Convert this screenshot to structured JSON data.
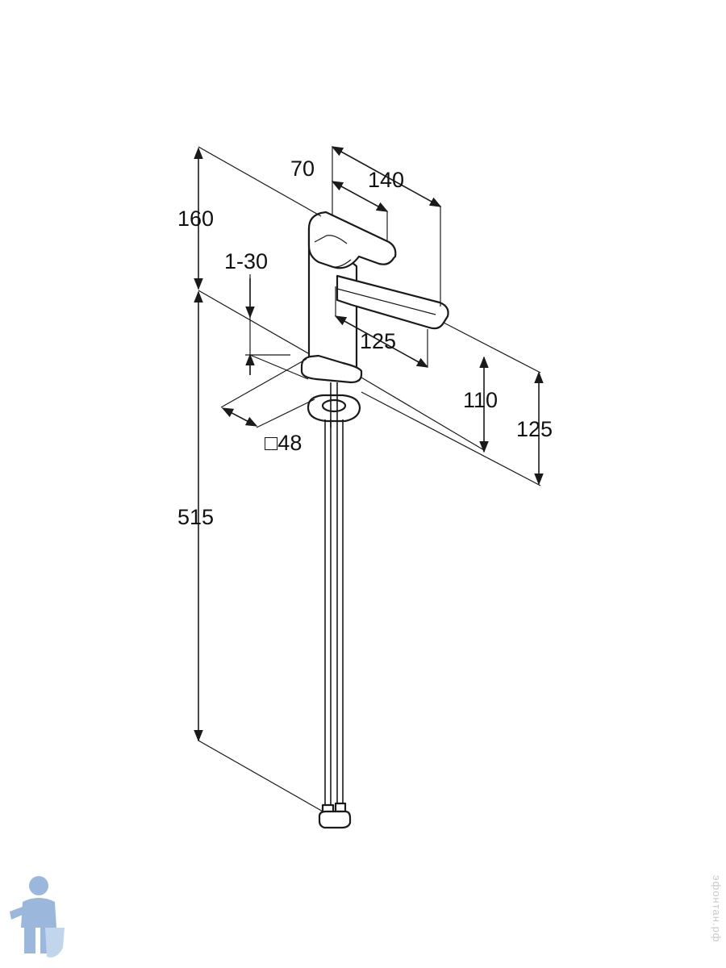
{
  "dimensions": {
    "spout_height_total": "160",
    "handle_depth": "70",
    "handle_length": "140",
    "clamp_range": "1-30",
    "spout_reach": "125",
    "spout_outlet_height": "110",
    "base_to_spout": "125",
    "base_square": "□48",
    "hose_length": "515"
  },
  "watermark": {
    "vertical_text": "эфонтан.рф",
    "logo_icon": "plumber-mascot-icon"
  },
  "colors": {
    "line": "#1a1a1a",
    "background": "#ffffff",
    "logo_blue": "#4a7fc0"
  }
}
